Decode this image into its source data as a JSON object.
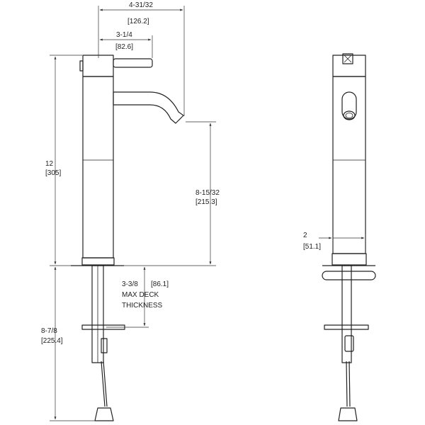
{
  "colors": {
    "line": "#222222",
    "background": "#ffffff"
  },
  "dimensions": {
    "overall_reach": {
      "label": "4-31/32",
      "metric": "[126.2]"
    },
    "handle_length": {
      "label": "3-1/4",
      "metric": "[82.6]"
    },
    "overall_height": {
      "label": "12",
      "metric": "[305]"
    },
    "spout_height": {
      "label": "8-15/32",
      "metric": "[215.3]"
    },
    "max_deck": {
      "label": "3-3/8",
      "metric": "[86.1]",
      "note_line1": "MAX DECK",
      "note_line2": "THICKNESS"
    },
    "shank_length": {
      "label": "8-7/8",
      "metric": "[225.4]"
    },
    "base_diameter": {
      "label": "2",
      "metric": "[51.1]"
    }
  }
}
